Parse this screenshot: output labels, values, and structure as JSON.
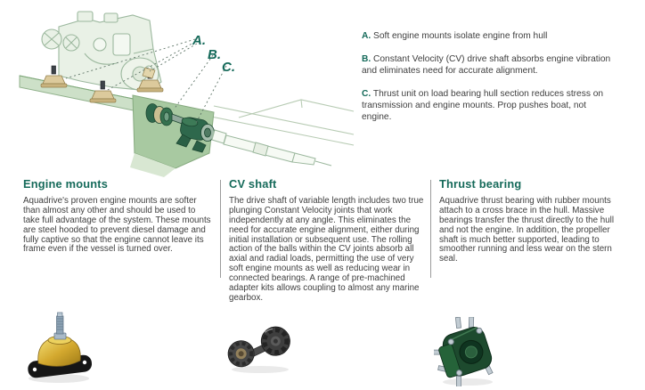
{
  "colors": {
    "teal": "#156a5a",
    "body_text": "#3e3e3e",
    "divider": "#9b9b9b",
    "illustration_pale_green": "#e9f1e6",
    "illustration_bed_green": "#cde0c8",
    "illustration_dark_green": "#2e684c",
    "mount_tan": "#dcca9c"
  },
  "diagram": {
    "description": "Cutaway illustration of marine engine installation with engine mounts, CV drive shaft and thrust unit",
    "labels": [
      "A.",
      "B.",
      "C."
    ]
  },
  "callouts": [
    {
      "letter": "A.",
      "text": "Soft engine mounts isolate engine from hull"
    },
    {
      "letter": "B.",
      "text": "Constant Velocity (CV) drive shaft absorbs engine vibration\nand eliminates need for accurate alignment."
    },
    {
      "letter": "C.",
      "text": "Thrust unit on load bearing hull section reduces stress on\ntransmission and engine mounts. Prop pushes boat, not\nengine."
    }
  ],
  "columns": [
    {
      "heading": "Engine mounts",
      "body": "Aquadrive's proven engine mounts are softer than almost any other and should be used to take full advantage of the system. These mounts are steel hooded to prevent diesel damage and fully captive so that the engine cannot leave its frame even if the vessel is turned over.",
      "photo": "engine-mount"
    },
    {
      "heading": "CV shaft",
      "body": "The drive shaft of variable length includes two true plunging Constant Velocity joints that work independently at any angle. This eliminates the need for accurate engine alignment, either during initial installation or subsequent use. The rolling action of the balls within the CV joints absorb all axial and radial loads, permitting the use of very soft engine mounts as well as reducing wear in connected bearings. A range of pre-machined adapter kits allows coupling to almost any marine gearbox.",
      "photo": "cv-shaft"
    },
    {
      "heading": "Thrust bearing",
      "body": "Aquadrive thrust bearing with rubber mounts attach to a cross brace in the hull. Massive bearings transfer the thrust directly to the hull and not the engine. In addition, the propeller shaft is much better supported, leading to smoother running and less wear on the stern seal.",
      "photo": "thrust-bearing"
    }
  ]
}
